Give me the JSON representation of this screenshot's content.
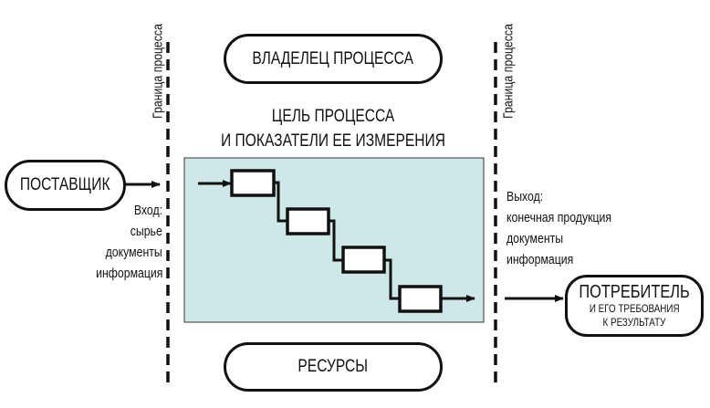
{
  "boundary_label": "Граница процесса",
  "owner": "ВЛАДЕЛЕЦ ПРОЦЕССА",
  "goal": [
    "ЦЕЛЬ ПРОЦЕССА",
    "И ПОКАЗАТЕЛИ ЕЕ ИЗМЕРЕНИЯ"
  ],
  "supplier": "ПОСТАВЩИК",
  "input": [
    "Вход:",
    "сырье",
    "документы",
    "информация"
  ],
  "output": [
    "Выход:",
    "конечная продукция",
    "документы",
    "информация"
  ],
  "consumer": {
    "title": "ПОТРЕБИТЕЛЬ",
    "line1": "И ЕГО ТРЕБОВАНИЯ",
    "line2": "К РЕЗУЛЬТАТУ"
  },
  "resources": "РЕСУРСЫ",
  "colors": {
    "process_fill": "#cde8e6"
  }
}
